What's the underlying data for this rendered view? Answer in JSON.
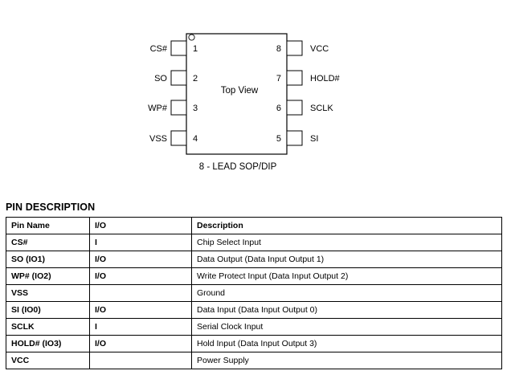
{
  "diagram": {
    "center_label": "Top View",
    "caption": "8 - LEAD SOP/DIP",
    "left_pins": [
      {
        "num": "1",
        "name": "CS#"
      },
      {
        "num": "2",
        "name": "SO"
      },
      {
        "num": "3",
        "name": "WP#"
      },
      {
        "num": "4",
        "name": "VSS"
      }
    ],
    "right_pins": [
      {
        "num": "8",
        "name": "VCC"
      },
      {
        "num": "7",
        "name": "HOLD#"
      },
      {
        "num": "6",
        "name": "SCLK"
      },
      {
        "num": "5",
        "name": "SI"
      }
    ]
  },
  "section_title": "PIN DESCRIPTION",
  "table": {
    "headers": [
      "Pin Name",
      "I/O",
      "Description"
    ],
    "rows": [
      [
        "CS#",
        "I",
        "Chip Select Input"
      ],
      [
        "SO (IO1)",
        "I/O",
        "Data Output (Data Input Output 1)"
      ],
      [
        "WP# (IO2)",
        "I/O",
        "Write Protect Input (Data Input Output 2)"
      ],
      [
        "VSS",
        "",
        "Ground"
      ],
      [
        "SI (IO0)",
        "I/O",
        "Data Input (Data Input Output 0)"
      ],
      [
        "SCLK",
        "I",
        "Serial Clock Input"
      ],
      [
        "HOLD# (IO3)",
        "I/O",
        "Hold Input (Data Input Output 3)"
      ],
      [
        "VCC",
        "",
        "Power Supply"
      ]
    ]
  }
}
